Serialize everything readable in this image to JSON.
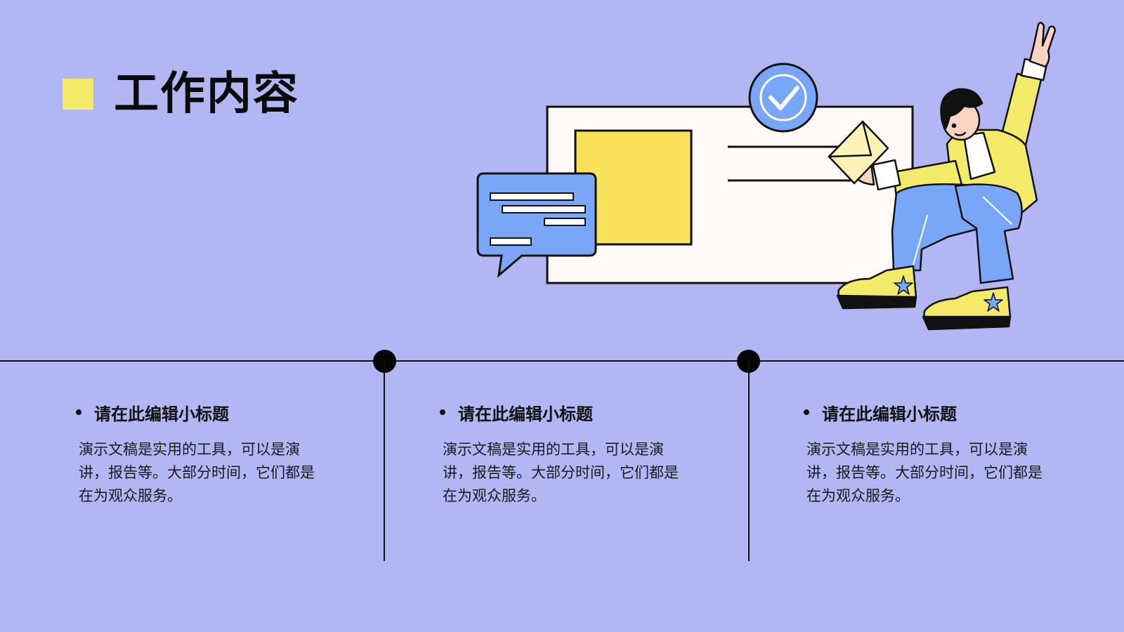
{
  "page": {
    "title": "工作内容"
  },
  "colors": {
    "background": "#b2b7f3",
    "accent_yellow": "#f3ea6a",
    "accent_blue": "#7aa6f7",
    "line": "#111111"
  },
  "illustration": {
    "icons": [
      "check-circle-icon",
      "chat-bubble-icon",
      "envelope-icon",
      "person-figure",
      "star-icon"
    ]
  },
  "columns": [
    {
      "subtitle": "请在此编辑小标题",
      "body": "演示文稿是实用的工具，可以是演讲，报告等。大部分时间，它们都是在为观众服务。"
    },
    {
      "subtitle": "请在此编辑小标题",
      "body": "演示文稿是实用的工具，可以是演讲，报告等。大部分时间，它们都是在为观众服务。"
    },
    {
      "subtitle": "请在此编辑小标题",
      "body": "演示文稿是实用的工具，可以是演讲，报告等。大部分时间，它们都是在为观众服务。"
    }
  ]
}
